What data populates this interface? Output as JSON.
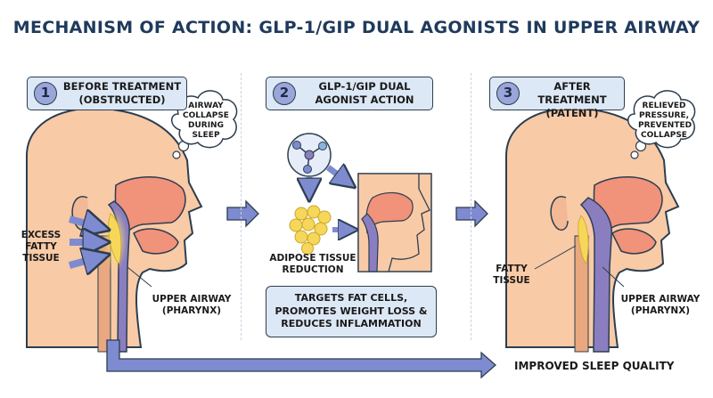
{
  "title": "MECHANISM OF ACTION: GLP-1/GIP DUAL AGONISTS IN UPPER AIRWAY",
  "steps": [
    {
      "number": "1",
      "label": "BEFORE TREATMENT\n(OBSTRUCTED)"
    },
    {
      "number": "2",
      "label": "GLP-1/GIP DUAL\nAGONIST ACTION"
    },
    {
      "number": "3",
      "label": "AFTER TREATMENT\n(PATENT)"
    }
  ],
  "panel1": {
    "thought": "AIRWAY\nCOLLAPSE\nDURING\nSLEEP",
    "fat_label": "EXCESS\nFATTY\nTISSUE",
    "airway_label": "UPPER AIRWAY\n(PHARYNX)"
  },
  "panel2": {
    "adipose_label": "ADIPOSE TISSUE\nREDUCTION",
    "info": "TARGETS FAT CELLS,\nPROMOTES WEIGHT LOSS &\nREDUCES INFLAMMATION"
  },
  "panel3": {
    "thought": "RELIEVED\nPRESSURE,\nPREVENTED\nCOLLAPSE",
    "fat_label": "FATTY\nTISSUE",
    "airway_label": "UPPER AIRWAY\n(PHARYNX)"
  },
  "outcome": "IMPROVED SLEEP QUALITY",
  "colors": {
    "title": "#1f3a5c",
    "skin": "#f8caa6",
    "cavity": "#f1927a",
    "airway": "#8b7ec0",
    "fat": "#f6d75a",
    "arrow": "#7e8bd0",
    "box": "#dce8f5"
  }
}
